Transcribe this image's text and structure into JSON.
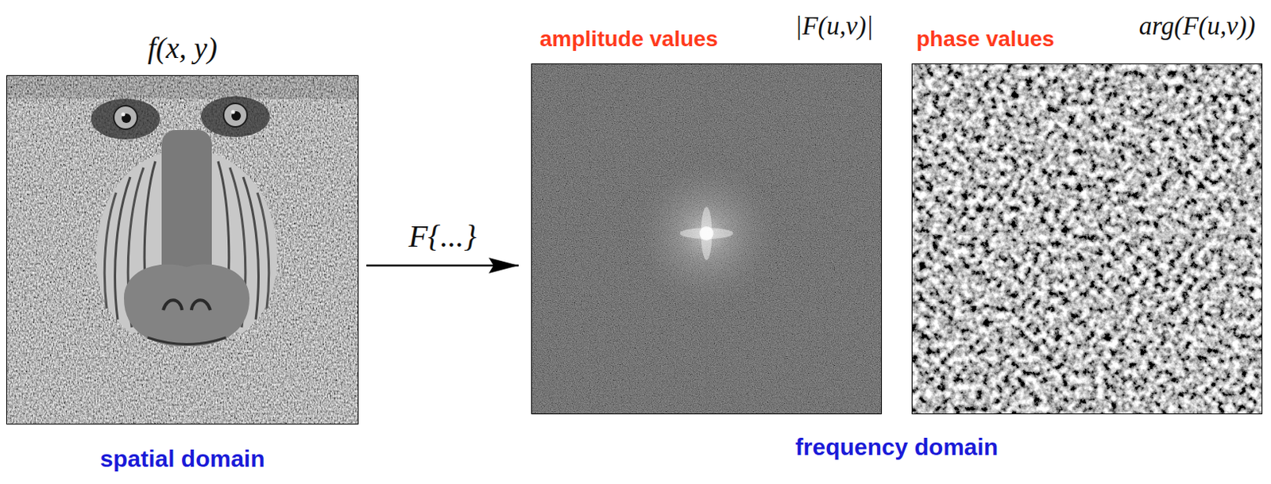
{
  "diagram": {
    "nodes": [
      {
        "text": [
          "f(x, y)",
          "spatial domain"
        ]
      },
      {
        "text": [
          "amplitude values",
          "|F(u,v)|"
        ]
      },
      {
        "text": [
          "phase values",
          "arg(F(u,v))"
        ]
      }
    ],
    "edges": [
      {
        "from": 0,
        "to": 1,
        "arrow": "to",
        "label": "F{...}"
      }
    ],
    "labels": [
      "frequency domain"
    ]
  }
}
